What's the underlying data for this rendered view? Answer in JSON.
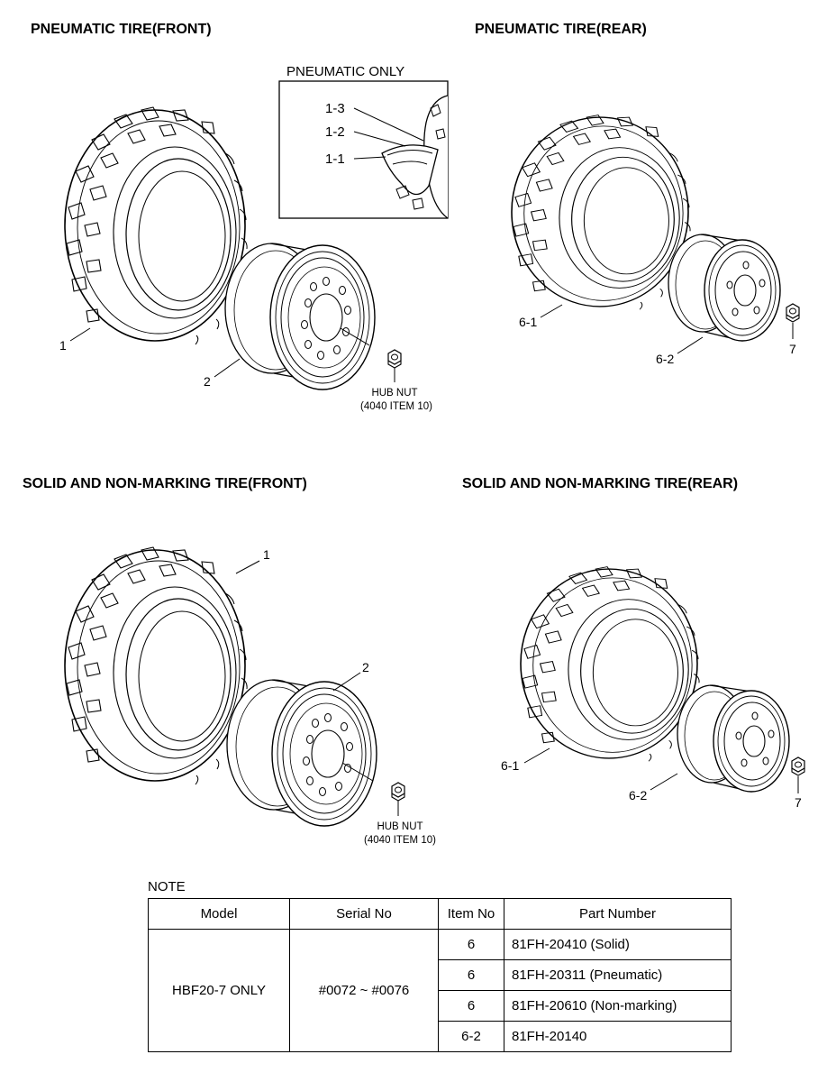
{
  "headings": {
    "pneumatic_front": "PNEUMATIC TIRE(FRONT)",
    "pneumatic_rear": "PNEUMATIC TIRE(REAR)",
    "solid_front": "SOLID AND NON-MARKING TIRE(FRONT)",
    "solid_rear": "SOLID AND NON-MARKING TIRE(REAR)"
  },
  "inset": {
    "title": "PNEUMATIC ONLY",
    "labels": [
      "1-3",
      "1-2",
      "1-1"
    ]
  },
  "callouts": {
    "tire": "1",
    "wheel": "2",
    "rear_tire": "6-1",
    "rear_rim": "6-2",
    "rear_nut": "7",
    "hub_nut_line1": "HUB NUT",
    "hub_nut_line2": "(4040 ITEM 10)"
  },
  "note": {
    "title": "NOTE",
    "headers": [
      "Model",
      "Serial No",
      "Item No",
      "Part Number"
    ],
    "model": "HBF20-7 ONLY",
    "serial": "#0072 ~ #0076",
    "rows": [
      {
        "item": "6",
        "part": "81FH-20410 (Solid)"
      },
      {
        "item": "6",
        "part": "81FH-20311 (Pneumatic)"
      },
      {
        "item": "6",
        "part": "81FH-20610 (Non-marking)"
      },
      {
        "item": "6-2",
        "part": "81FH-20140"
      }
    ]
  }
}
